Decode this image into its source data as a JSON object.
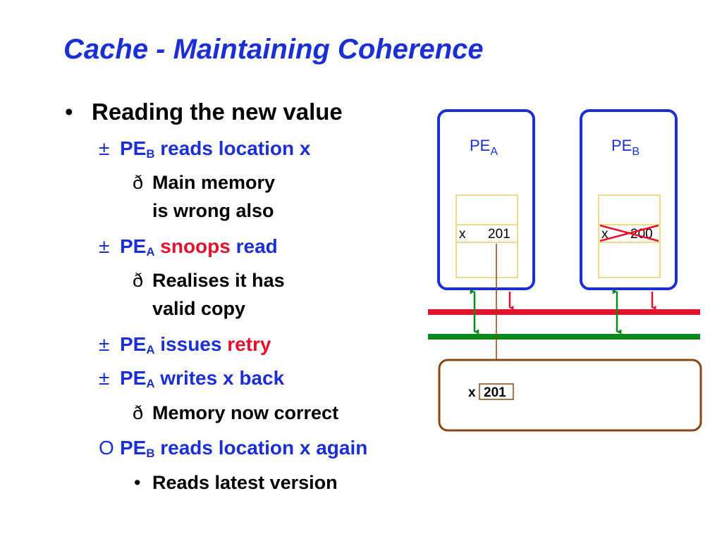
{
  "title": "Cache - Maintaining Coherence",
  "bullets": {
    "b1": {
      "marker": "•",
      "text": "Reading the new value"
    },
    "b2": {
      "marker": "±",
      "pre": "PE",
      "sub": "B",
      "text": " reads location x"
    },
    "b3": {
      "marker": "ð",
      "line1": "Main memory",
      "line2": "is wrong also"
    },
    "b4": {
      "marker": "±",
      "pre": "PE",
      "sub": "A",
      "red": " snoops",
      "text": " read"
    },
    "b5": {
      "marker": "ð",
      "line1": "Realises it has",
      "line2": "valid copy"
    },
    "b6": {
      "marker": "±",
      "pre": "PE",
      "sub": "A",
      "text": " issues ",
      "red": "retry"
    },
    "b7": {
      "marker": "±",
      "pre": "PE",
      "sub": "A",
      "text": " writes x back"
    },
    "b8": {
      "marker": "ð",
      "text": "Memory now correct"
    },
    "b9": {
      "marker": "O",
      "pre": "PE",
      "sub": "B",
      "text": " reads location x again"
    },
    "b10": {
      "marker": "•",
      "text": "Reads latest version"
    }
  },
  "diagram": {
    "pe_a": {
      "label": "PE",
      "sub": "A",
      "cache_var": "x",
      "cache_value": "201"
    },
    "pe_b": {
      "label": "PE",
      "sub": "B",
      "cache_var": "x",
      "cache_value": "200",
      "invalidated": true
    },
    "memory": {
      "var": "x",
      "value": "201"
    },
    "colors": {
      "pe_border": "#1a2fd6",
      "cache_border": "#e8d060",
      "red_bus": "#e8102a",
      "green_bus": "#0a8a1a",
      "memory_border": "#8b4513",
      "arrow": "#8b4513"
    }
  }
}
